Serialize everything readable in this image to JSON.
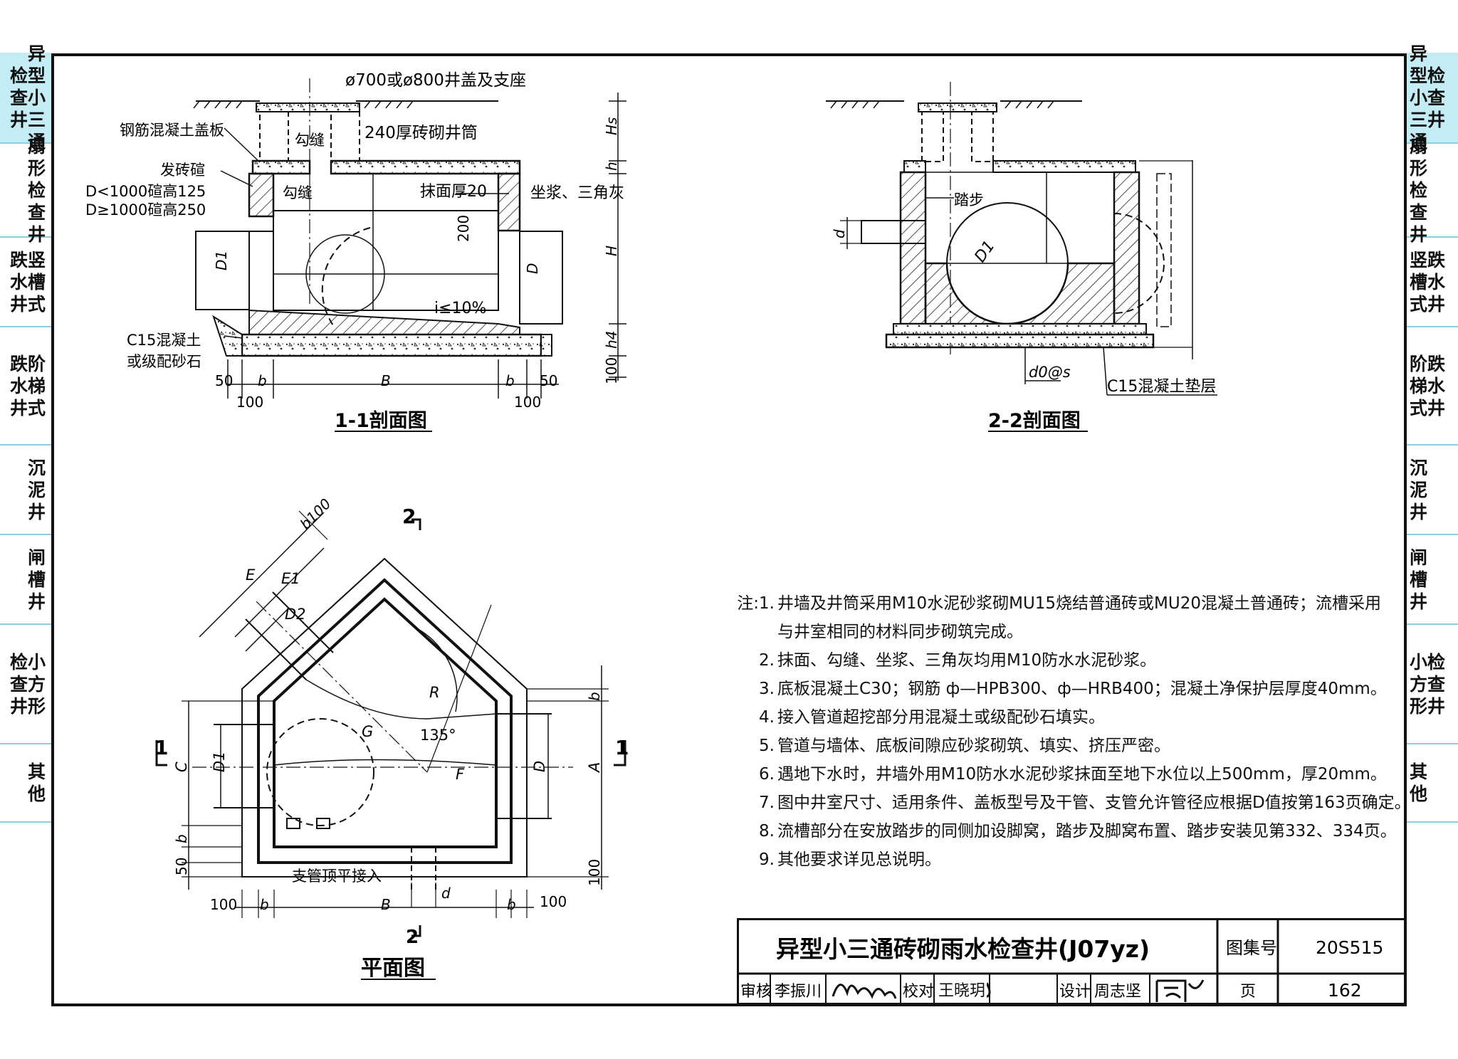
{
  "side_tabs_left": [
    {
      "label": "异\n检型\n查小\n井三\n通",
      "active": true
    },
    {
      "label": "扇\n形\n检\n查\n井",
      "active": false
    },
    {
      "label": "跌竖\n水槽\n井式",
      "active": false
    },
    {
      "label": "跌阶\n水梯\n井式",
      "active": false
    },
    {
      "label": "沉\n泥\n井",
      "active": false
    },
    {
      "label": "闸\n槽\n井",
      "active": false
    },
    {
      "label": "检小\n查方\n井形",
      "active": false
    },
    {
      "label": "其\n他",
      "active": false
    }
  ],
  "side_tabs_right": [
    {
      "label": "异\n型检\n小查\n三井\n通",
      "active": true
    },
    {
      "label": "扇\n形\n检\n查\n井",
      "active": false
    },
    {
      "label": "竖跌\n槽水\n式井",
      "active": false
    },
    {
      "label": "阶跌\n梯水\n式井",
      "active": false
    },
    {
      "label": "沉\n泥\n井",
      "active": false
    },
    {
      "label": "闸\n槽\n井",
      "active": false
    },
    {
      "label": "小检\n方查\n形井",
      "active": false
    },
    {
      "label": "其\n他",
      "active": false
    }
  ],
  "section_1_1": {
    "caption": "1-1剖面图",
    "cover_label": "ø700或ø800井盖及支座",
    "slab_label": "钢筋混凝土盖板",
    "shaft_label": "240厚砖砌井筒",
    "joint_label_1": "勾缝",
    "joint_label_2": "勾缝",
    "arch_label": "发砖碹",
    "arch_rule_1": "D<1000碹高125",
    "arch_rule_2": "D≥1000碹高250",
    "plaster_label": "抹面厚20",
    "mortar_label": "坐浆、三角灰",
    "slope_label": "i≤10%",
    "base_label_1": "C15混凝土",
    "base_label_2": "或级配砂石",
    "dim_200": "200",
    "dim_hs": "Hs",
    "dim_h": "h",
    "dim_H": "H",
    "dim_h4": "h4",
    "dim_100_v": "100",
    "dim_D1": "D1",
    "dim_D": "D",
    "dims_bottom": [
      "50",
      "b",
      "B",
      "b",
      "50"
    ],
    "dims_bottom2": [
      "100",
      "100"
    ]
  },
  "section_2_2": {
    "caption": "2-2剖面图",
    "step_label": "踏步",
    "dim_d": "d",
    "dim_D1": "D1",
    "rebar_label": "d0@s",
    "base_label": "C15混凝土垫层"
  },
  "plan": {
    "caption": "平面图",
    "section_mark_2": "2",
    "section_mark_1": "1",
    "branch_label": "支管顶平接入",
    "angle_label": "135°",
    "dims": {
      "E": "E",
      "E1": "E1",
      "D2": "D2",
      "b100": "b100",
      "G": "G",
      "R": "R",
      "F": "F",
      "C": "C",
      "A": "A",
      "D1": "D1",
      "D": "D",
      "b": "b",
      "d": "d",
      "B": "B",
      "v50": "50",
      "v100": "100",
      "h100_l": "100",
      "h100_r": "100"
    }
  },
  "notes": {
    "prefix": "注:",
    "items": [
      {
        "num": "1.",
        "text": "井墙及井筒采用M10水泥砂浆砌MU15烧结普通砖或MU20混凝土普通砖；流槽采用"
      },
      {
        "num": "",
        "text": "与井室相同的材料同步砌筑完成。"
      },
      {
        "num": "2.",
        "text": "抹面、勾缝、坐浆、三角灰均用M10防水水泥砂浆。"
      },
      {
        "num": "3.",
        "text": "底板混凝土C30；钢筋 ф—HPB300、ф—HRB400；混凝土净保护层厚度40mm。"
      },
      {
        "num": "4.",
        "text": "接入管道超挖部分用混凝土或级配砂石填实。"
      },
      {
        "num": "5.",
        "text": "管道与墙体、底板间隙应砂浆砌筑、填实、挤压严密。"
      },
      {
        "num": "6.",
        "text": "遇地下水时，井墙外用M10防水水泥砂浆抹面至地下水位以上500mm，厚20mm。"
      },
      {
        "num": "7.",
        "text": "图中井室尺寸、适用条件、盖板型号及干管、支管允许管径应根据D值按第163页确定。"
      },
      {
        "num": "8.",
        "text": "流槽部分在安放踏步的同侧加设脚窝，踏步及脚窝布置、踏步安装见第332、334页。"
      },
      {
        "num": "9.",
        "text": "其他要求详见总说明。"
      }
    ]
  },
  "title_block": {
    "title": "异型小三通砖砌雨水检查井(J07yz)",
    "atlas_label": "图集号",
    "atlas_no": "20S515",
    "review_label": "审核",
    "reviewer": "李振川",
    "check_label": "校对",
    "checker": "王晓玥",
    "design_label": "设计",
    "designer": "周志坚",
    "page_label": "页",
    "page_no": "162"
  }
}
